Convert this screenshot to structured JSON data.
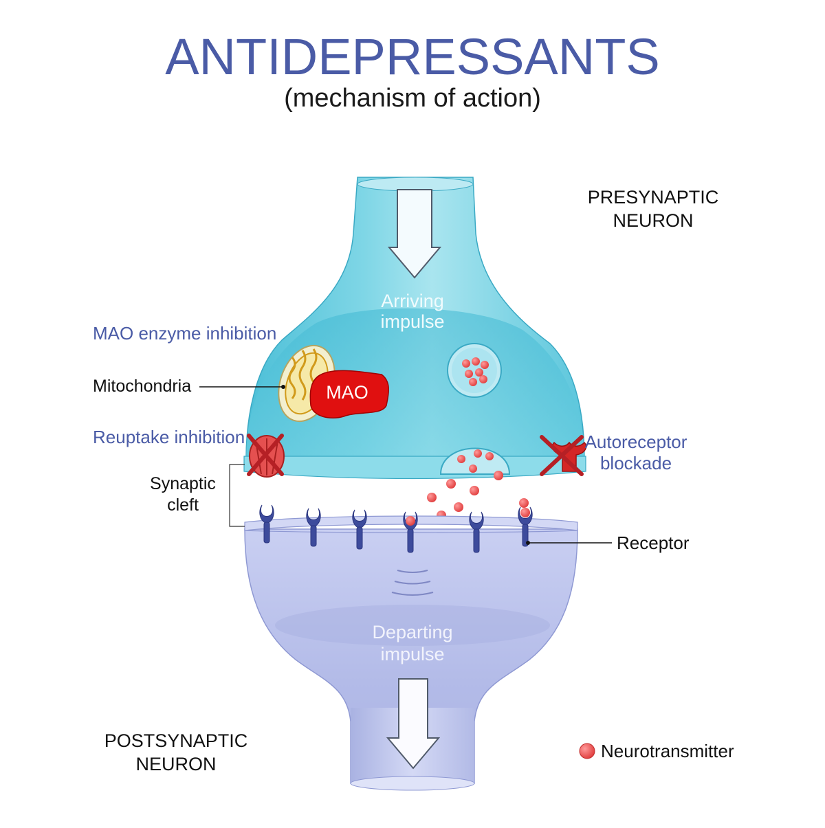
{
  "title": "ANTIDEPRESSANTS",
  "subtitle": "(mechanism of action)",
  "labels": {
    "presynaptic_line1": "PRESYNAPTIC",
    "presynaptic_line2": "NEURON",
    "postsynaptic_line1": "POSTSYNAPTIC",
    "postsynaptic_line2": "NEURON",
    "arriving_line1": "Arriving",
    "arriving_line2": "impulse",
    "departing_line1": "Departing",
    "departing_line2": "impulse",
    "mao_inhibition": "MAO enzyme inhibition",
    "mitochondria": "Mitochondria",
    "mao": "MAO",
    "reuptake_inhibition": "Reuptake inhibition",
    "synaptic_line1": "Synaptic",
    "synaptic_line2": "cleft",
    "autoreceptor_line1": "Autoreceptor",
    "autoreceptor_line2": "blockade",
    "receptor": "Receptor",
    "neurotransmitter": "Neurotransmitter"
  },
  "colors": {
    "title": "#4a5ba6",
    "highlight_label": "#4a5ba6",
    "presynaptic": "#5cc6dc",
    "postsynaptic": "#bcc3ec",
    "neurotransmitter": "#e84b4b",
    "mao": "#e01010",
    "block_x": "#b52025",
    "receptor": "#3d4b9c"
  },
  "icons": {
    "arrow_down": "arrow-down-icon",
    "block": "x-block-icon",
    "legend_dot": "neurotransmitter-dot-icon"
  }
}
